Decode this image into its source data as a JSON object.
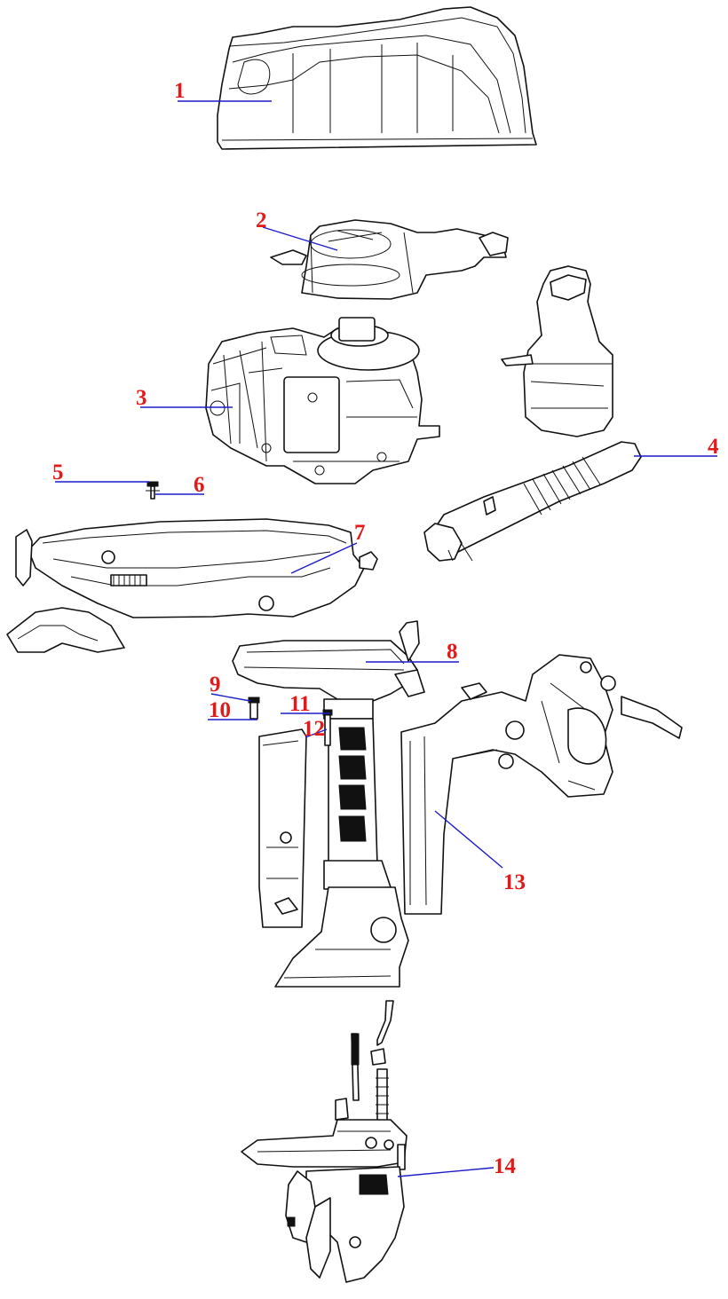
{
  "diagram": {
    "colors": {
      "callout": "#e21a1a",
      "leader": "#1c1cc8",
      "outline": "#111111"
    },
    "callouts": [
      {
        "id": "1",
        "label": "1"
      },
      {
        "id": "2",
        "label": "2"
      },
      {
        "id": "3",
        "label": "3"
      },
      {
        "id": "4",
        "label": "4"
      },
      {
        "id": "5",
        "label": "5"
      },
      {
        "id": "6",
        "label": "6"
      },
      {
        "id": "7",
        "label": "7"
      },
      {
        "id": "8",
        "label": "8"
      },
      {
        "id": "9",
        "label": "9"
      },
      {
        "id": "10",
        "label": "10"
      },
      {
        "id": "11",
        "label": "11"
      },
      {
        "id": "12",
        "label": "12"
      },
      {
        "id": "13",
        "label": "13"
      },
      {
        "id": "14",
        "label": "14"
      }
    ]
  }
}
